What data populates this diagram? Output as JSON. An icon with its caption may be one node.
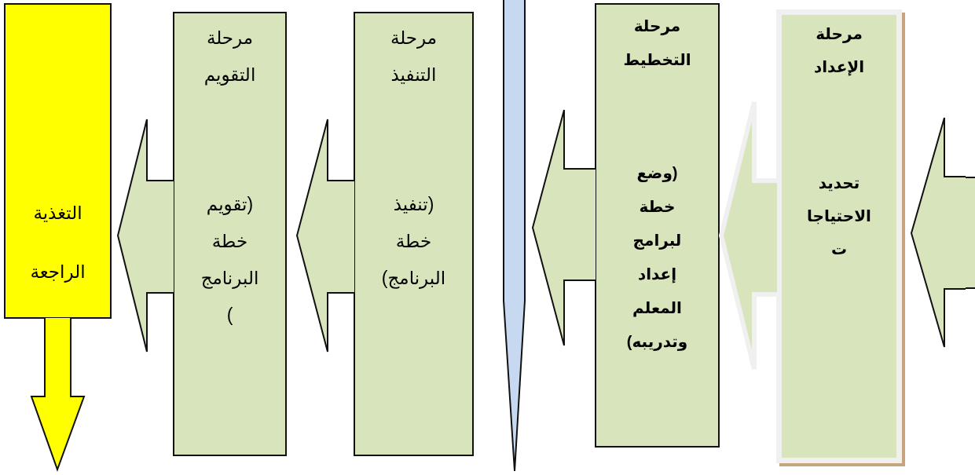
{
  "diagram": {
    "nodes": [
      {
        "text": [],
        "shape": "box"
      },
      {
        "text": [
          "مرحلة الإعداد",
          "تحديد الاحتياجا ت"
        ]
      },
      {
        "text": [
          "مرحلة التخطيط",
          "(وضع خطة لبرامج إعداد المعلم وتدريبه)"
        ]
      },
      {
        "text": [
          "مرحلة التنفيذ",
          "(تنفيذ خطة البرنامج)"
        ]
      },
      {
        "text": [
          "مرحلة التقويم",
          "(تقويم خطة البرنامج )"
        ]
      },
      {
        "text": [
          "التغذية الراجعة"
        ]
      }
    ],
    "edges": [
      {
        "from": 0,
        "to": 1,
        "arrow": "to"
      },
      {
        "from": 1,
        "to": 2,
        "arrow": "to"
      },
      {
        "from": 2,
        "to": null,
        "arrow": "to"
      },
      {
        "from": 3,
        "to": 4,
        "arrow": "to"
      },
      {
        "from": 4,
        "to": 5,
        "arrow": "to"
      },
      {
        "from": 5,
        "to": null,
        "arrow": "to"
      }
    ]
  }
}
